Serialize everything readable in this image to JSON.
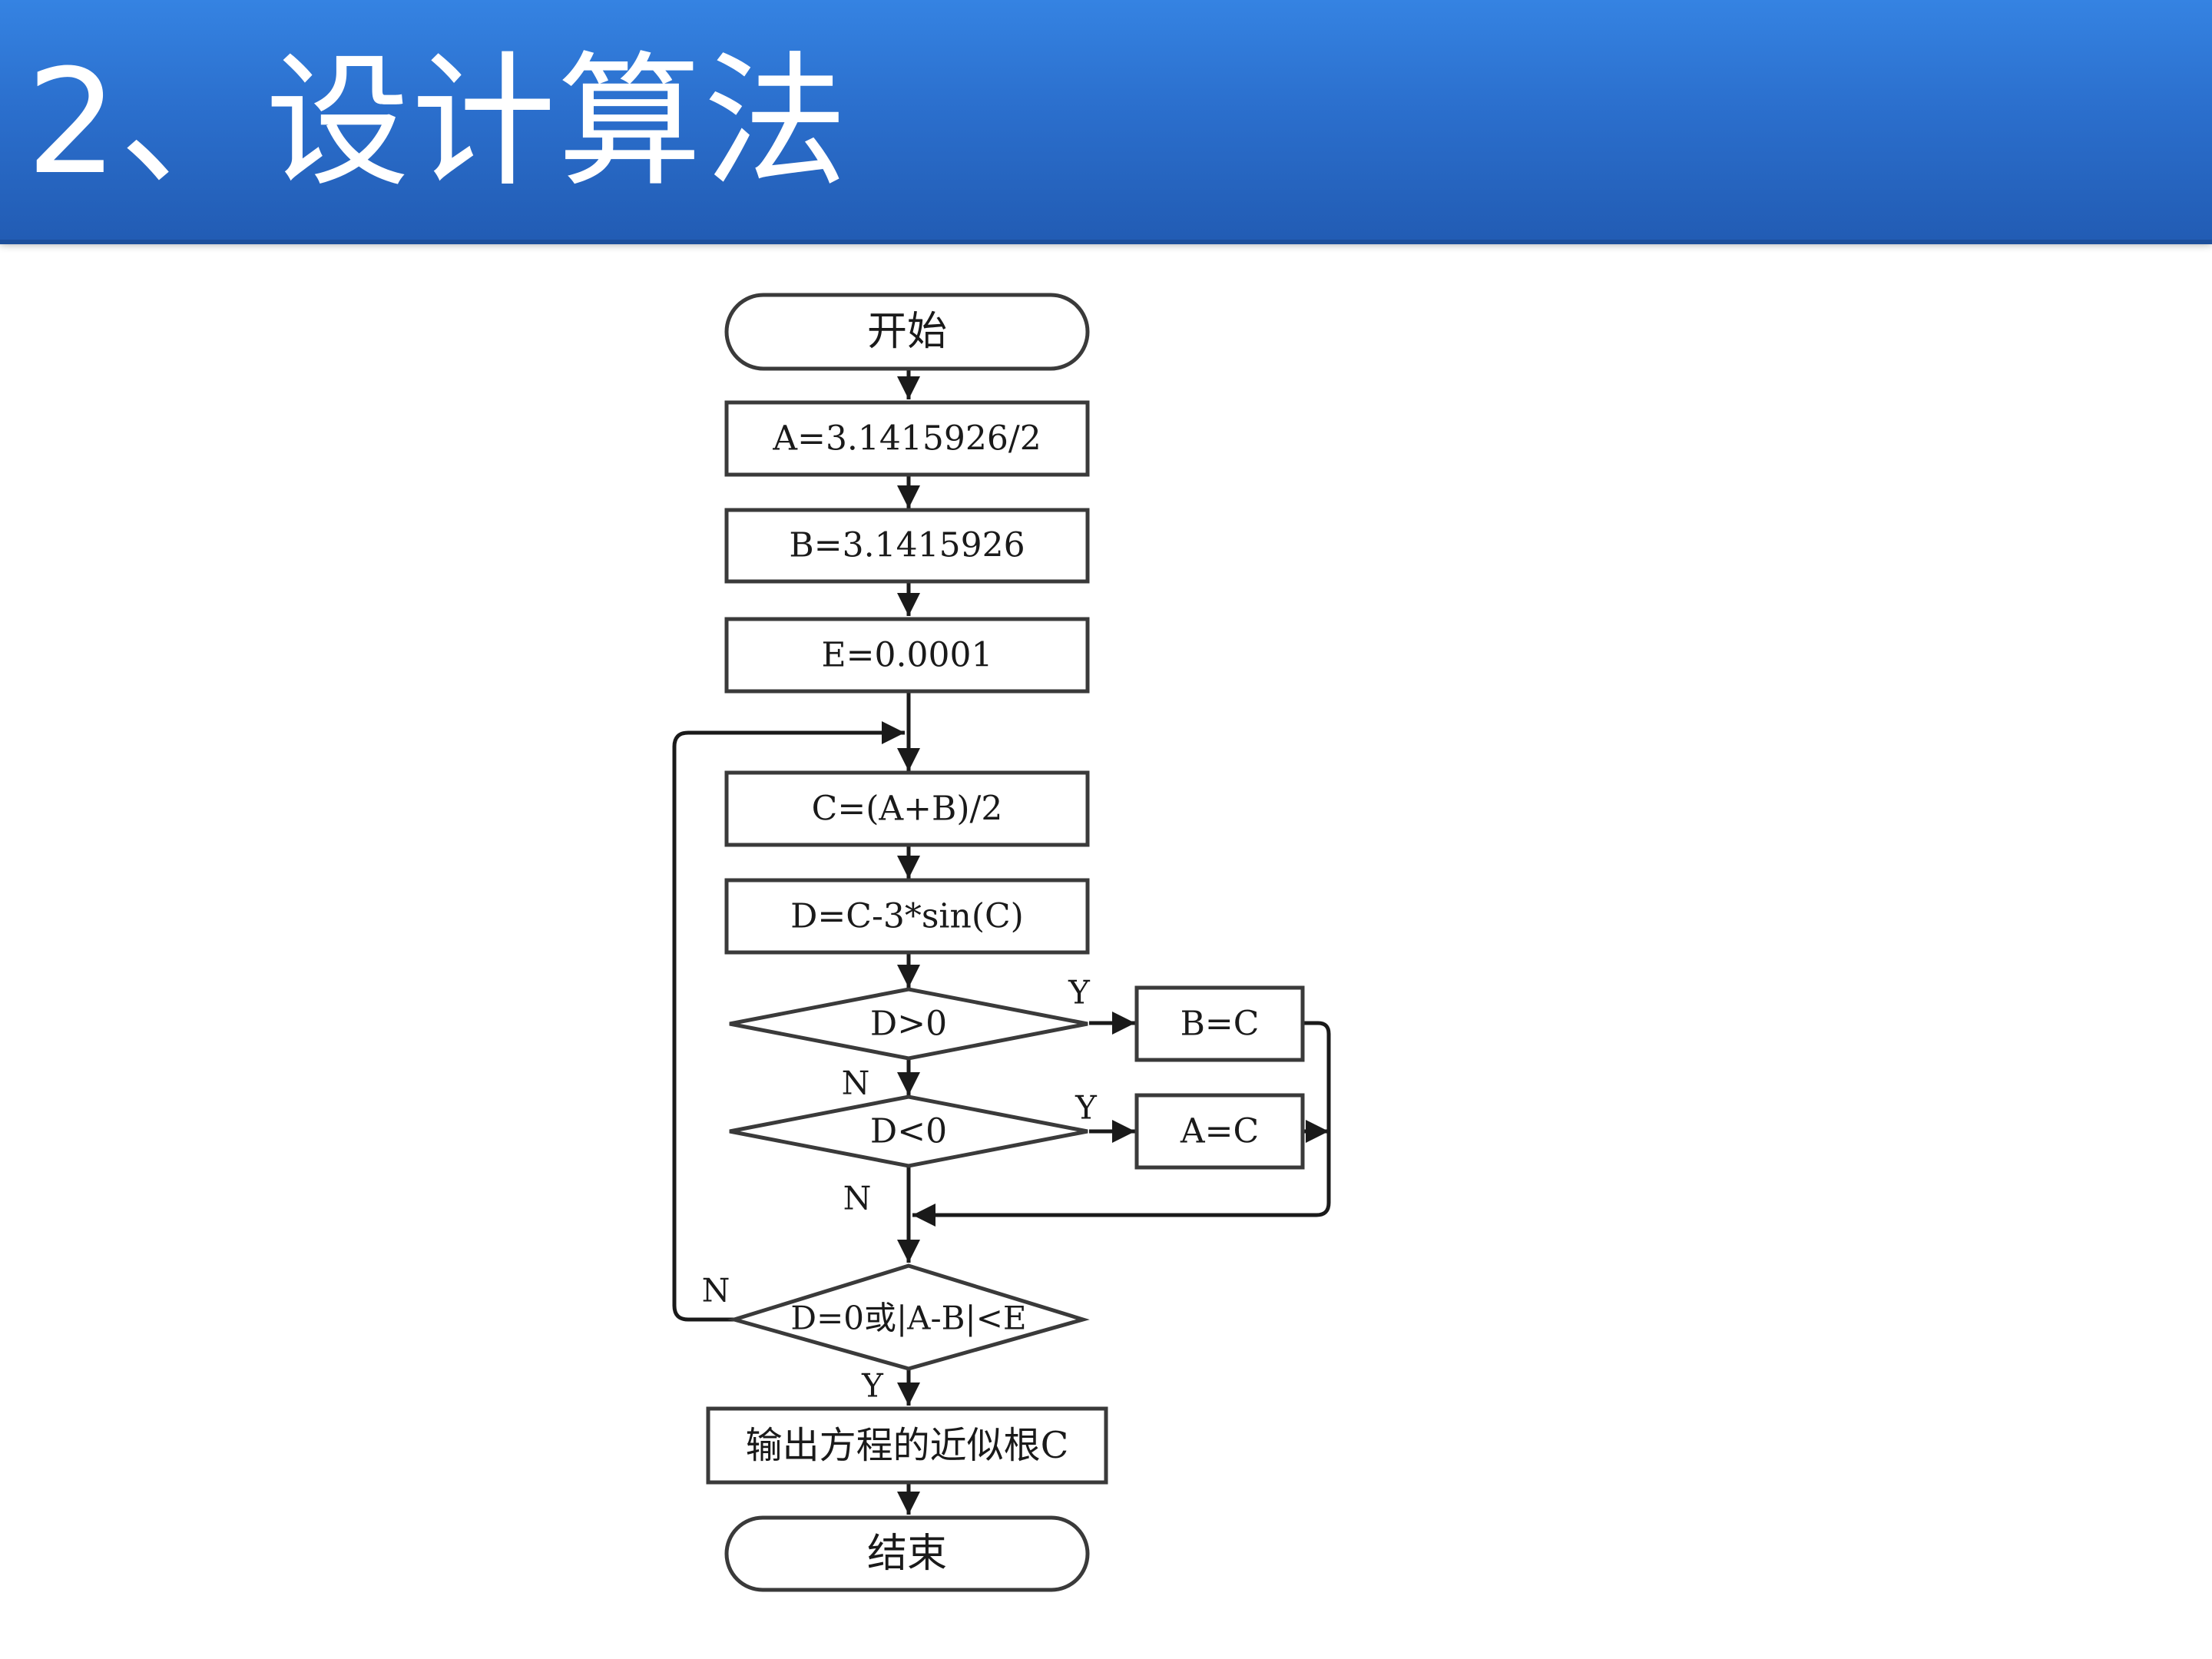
{
  "header": {
    "title": "2、设计算法"
  },
  "flowchart": {
    "nodes": {
      "start": "开始",
      "assign_a": "A=3.1415926/2",
      "assign_b": "B=3.1415926",
      "assign_e": "E=0.0001",
      "compute_c": "C=(A+B)/2",
      "compute_d": "D=C-3*sin(C)",
      "decision_d_positive": "D>0",
      "set_b": "B=C",
      "decision_d_negative": "D<0",
      "set_a": "A=C",
      "decision_stop": "D=0或|A-B|<E",
      "output": "输出方程的近似根C",
      "end": "结束"
    },
    "branch_labels": {
      "d_positive_yes": "Y",
      "d_positive_no": "N",
      "d_negative_yes": "Y",
      "d_negative_no": "N",
      "stop_no": "N",
      "stop_yes": "Y"
    }
  },
  "colors": {
    "header_top": "#3583e2",
    "header_bottom": "#225cb4",
    "title_text": "#ffffff",
    "line": "#1a1a1a",
    "box_border": "#3a3a3a"
  }
}
